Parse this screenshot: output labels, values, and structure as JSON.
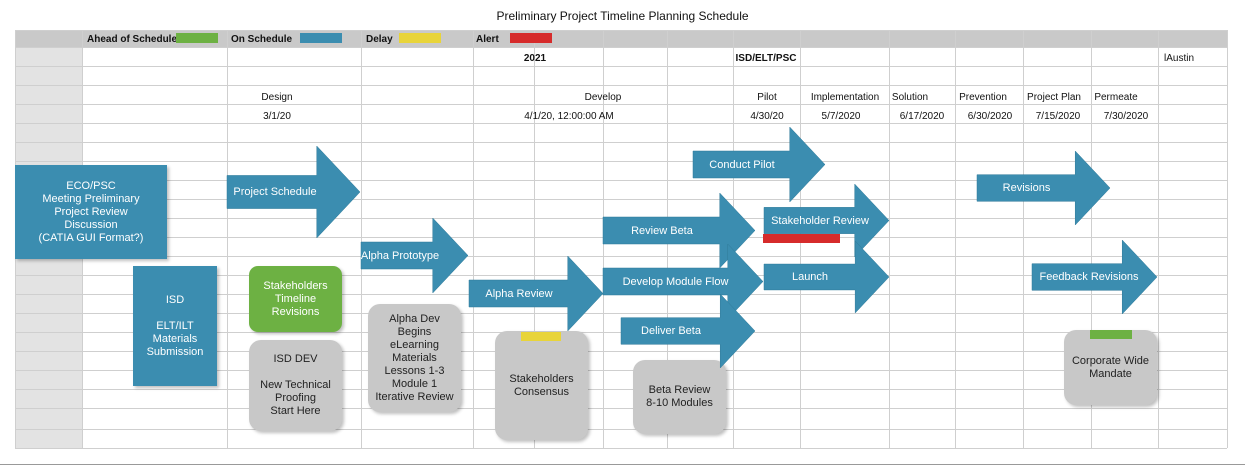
{
  "title": "Preliminary Project Timeline Planning Schedule",
  "legend": [
    {
      "label": "Ahead of Schedule",
      "color": "#6db143"
    },
    {
      "label": "On Schedule",
      "color": "#3b8db0"
    },
    {
      "label": "Delay",
      "color": "#e8d43a"
    },
    {
      "label": "Alert",
      "color": "#d62b2b"
    }
  ],
  "header": {
    "year": "2021",
    "group": "ISD/ELT/PSC",
    "author": "lAustin"
  },
  "phases": [
    "Design",
    "Develop",
    "Pilot",
    "Implementation",
    "Solution",
    "Prevention",
    "Project Plan",
    "Permeate"
  ],
  "dates": [
    "3/1/20",
    "4/1/20, 12:00:00 AM",
    "4/30/20",
    "5/7/2020",
    "6/17/2020",
    "6/30/2020",
    "7/15/2020",
    "7/30/2020"
  ],
  "boxes": {
    "eco": "ECO/PSC\nMeeting Preliminary\nProject Review\nDiscussion\n(CATIA GUI Format?)",
    "isd": "ISD\n\nELT/ILT\nMaterials\nSubmission",
    "stakeholders_timeline": "Stakeholders\nTimeline\nRevisions",
    "isd_dev": "ISD DEV\n\nNew Technical\nProofing\nStart Here",
    "alpha_dev": "Alpha Dev\nBegins\neLearning\nMaterials\nLessons 1-3\nModule 1\nIterative Review",
    "stakeholders_consensus": "Stakeholders\nConsensus",
    "beta_review": "Beta Review\n8-10 Modules",
    "corporate": "Corporate Wide\nMandate"
  },
  "arrows": {
    "project_schedule": "Project Schedule",
    "alpha_prototype": "Alpha Prototype",
    "alpha_review": "Alpha Review",
    "review_beta": "Review Beta",
    "develop_module_flow": "Develop Module Flow",
    "deliver_beta": "Deliver Beta",
    "conduct_pilot": "Conduct Pilot",
    "stakeholder_review": "Stakeholder Review",
    "launch": "Launch",
    "revisions": "Revisions",
    "feedback_revisions": "Feedback Revisions"
  },
  "status_tags": {
    "consensus": "#e8d43a",
    "stakeholder_review": "#d62b2b",
    "corporate": "#6db143"
  }
}
